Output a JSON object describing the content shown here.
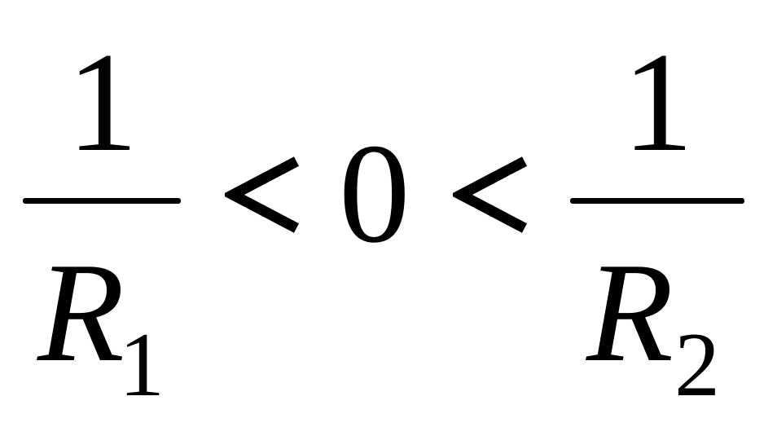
{
  "equation": {
    "left_fraction": {
      "numerator": "1",
      "denominator_var": "R",
      "denominator_sub": "1"
    },
    "middle": "0",
    "right_fraction": {
      "numerator": "1",
      "denominator_var": "R",
      "denominator_sub": "2"
    },
    "relation": "less-than",
    "color": "#000000"
  }
}
